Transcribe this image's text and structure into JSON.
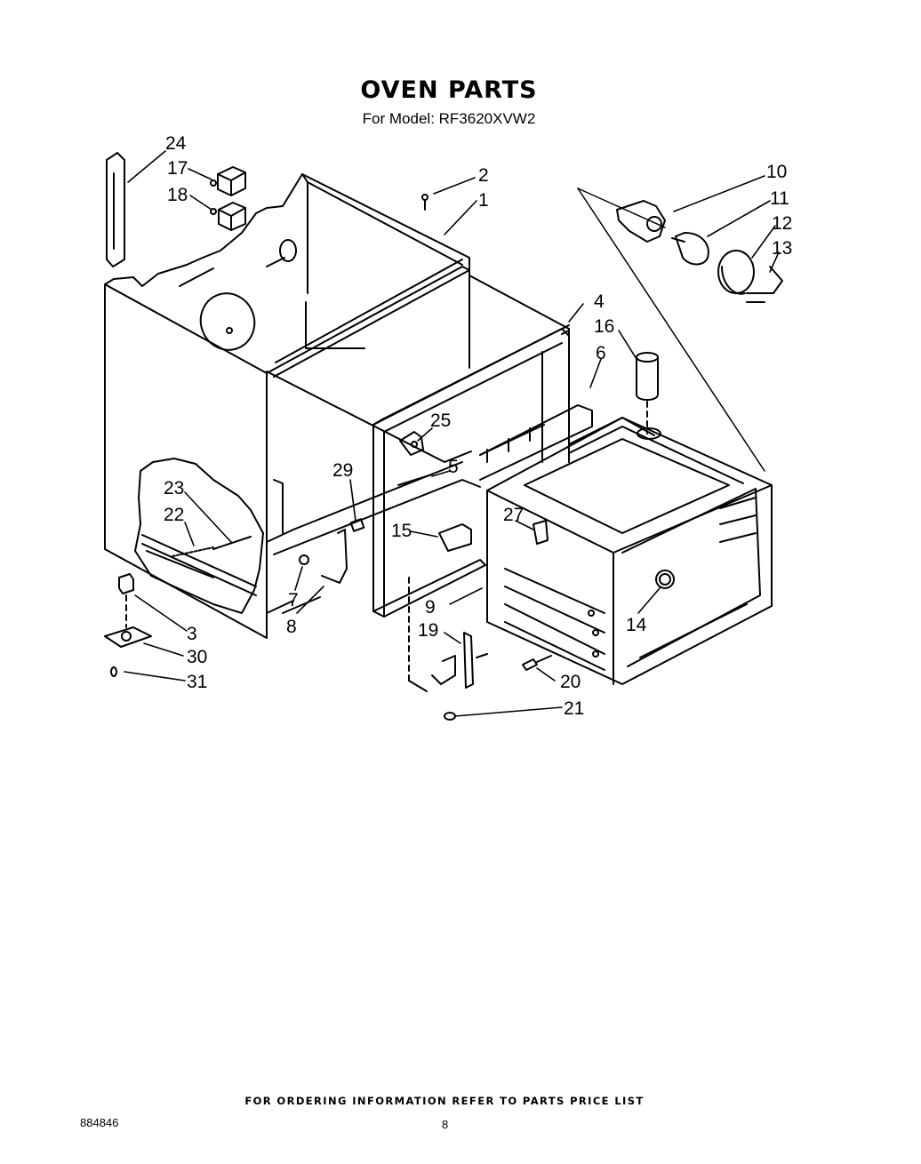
{
  "header": {
    "title": "OVEN PARTS",
    "model_line": "For Model: RF3620XVW2"
  },
  "callouts": {
    "c1": "1",
    "c2": "2",
    "c3": "3",
    "c4": "4",
    "c5": "5",
    "c6": "6",
    "c7": "7",
    "c8": "8",
    "c9": "9",
    "c10": "10",
    "c11": "11",
    "c12": "12",
    "c13": "13",
    "c14": "14",
    "c15": "15",
    "c16": "16",
    "c17": "17",
    "c18": "18",
    "c19": "19",
    "c20": "20",
    "c21": "21",
    "c22": "22",
    "c23": "23",
    "c24": "24",
    "c25": "25",
    "c27": "27",
    "c29": "29",
    "c30": "30",
    "c31": "31"
  },
  "footer": {
    "ordering_note": "FOR ORDERING INFORMATION REFER TO PARTS PRICE LIST",
    "doc_number": "884846",
    "page_number": "8"
  }
}
